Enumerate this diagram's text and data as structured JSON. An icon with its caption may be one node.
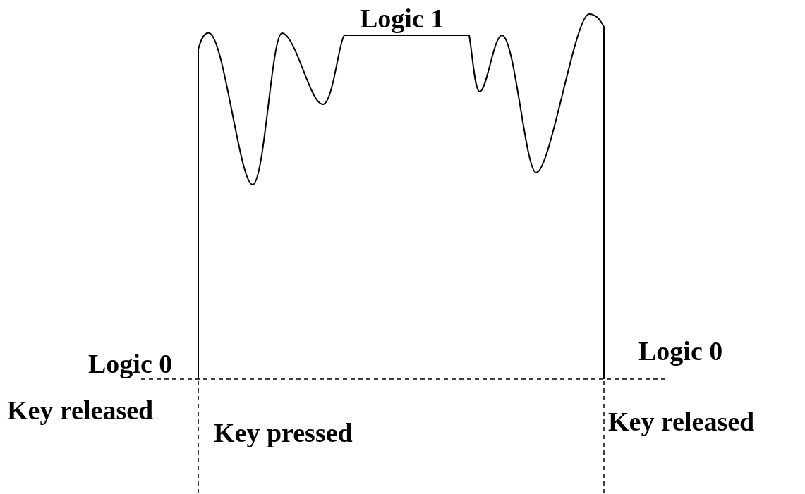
{
  "diagram": {
    "labels": [
      "Logic 1",
      "Logic 0",
      "Logic 0",
      "Key released",
      "Key pressed",
      "Key released"
    ]
  }
}
